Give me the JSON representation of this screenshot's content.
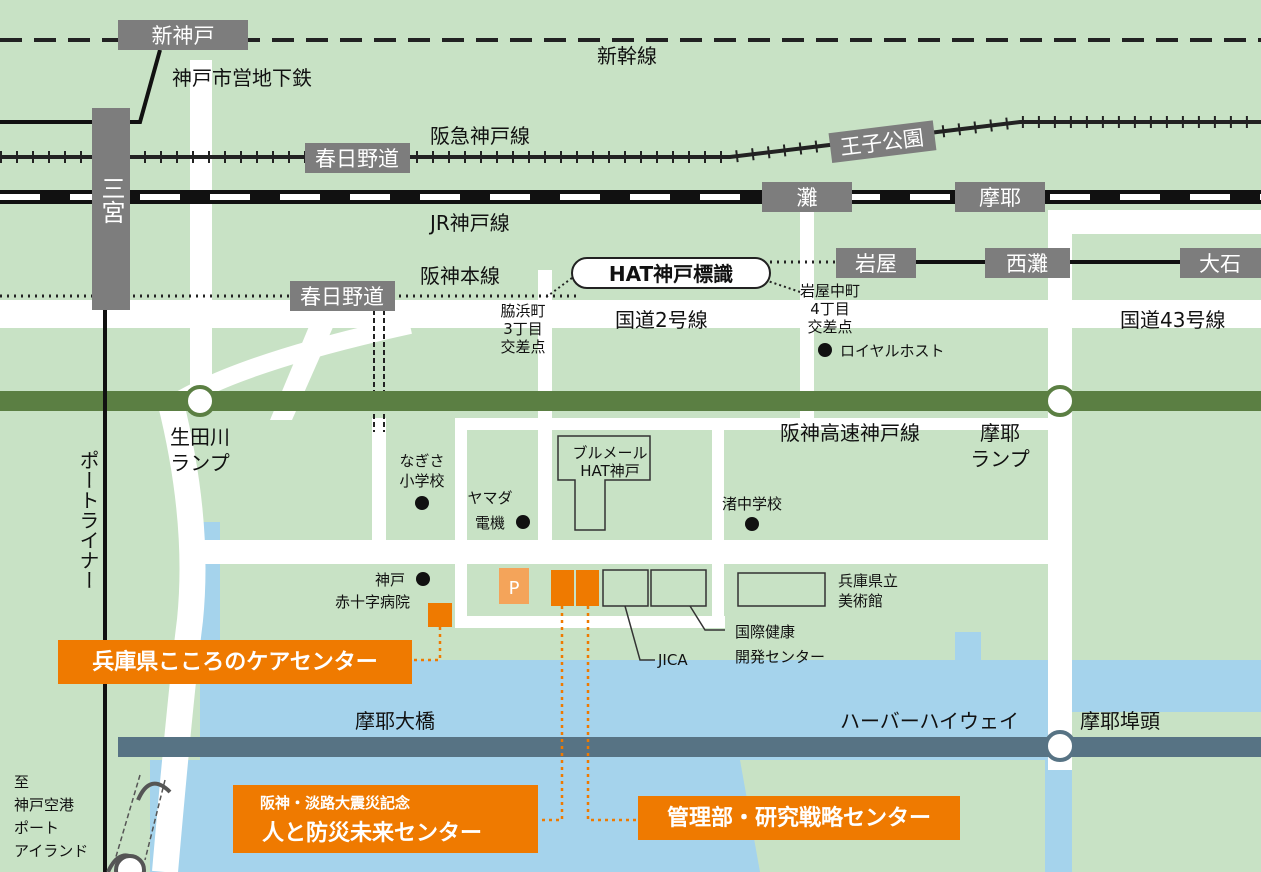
{
  "colors": {
    "land": "#c8e2c5",
    "water": "#a5d3ec",
    "road": "#ffffff",
    "expressway": "#5b7f43",
    "bridge": "#577384",
    "station_box": "#7d7d7d",
    "accent": "#ef7a00",
    "parking": "#f4a45a"
  },
  "stations": {
    "shinkobe": "新神戸",
    "sannomiya": "三宮",
    "kasuganomichi_hankyu": "春日野道",
    "ojikoen": "王子公園",
    "nada": "灘",
    "maya": "摩耶",
    "iwaya": "岩屋",
    "nishinada": "西灘",
    "oishi": "大石",
    "kasuganomichi_hanshin": "春日野道"
  },
  "lines": {
    "shinkansen": "新幹線",
    "subway": "神戸市営地下鉄",
    "hankyu": "阪急神戸線",
    "jr": "JR神戸線",
    "hanshin": "阪神本線",
    "route2": "国道2号線",
    "route43": "国道43号線",
    "expressway": "阪神高速神戸線",
    "portliner": "ポートライナー",
    "maya_bridge": "摩耶大橋",
    "harbor_highway": "ハーバーハイウェイ"
  },
  "sign": "HAT神戸標識",
  "intersections": {
    "wakinohama": [
      "脇浜町",
      "3丁目",
      "交差点"
    ],
    "iwayanaka": [
      "岩屋中町",
      "4丁目",
      "交差点"
    ]
  },
  "ramps": {
    "ikutagawa": [
      "生田川",
      "ランプ"
    ],
    "maya": [
      "摩耶",
      "ランプ"
    ]
  },
  "landmarks": {
    "royalhost": "ロイヤルホスト",
    "nagisa_elem": [
      "なぎさ",
      "小学校"
    ],
    "yamada": [
      "ヤマダ",
      "電機"
    ],
    "bluemer": [
      "ブルメール",
      "HAT神戸"
    ],
    "nagisa_jhs": "渚中学校",
    "redcross": [
      "神戸",
      "赤十字病院"
    ],
    "parking": "P",
    "museum": [
      "兵庫県立",
      "美術館"
    ],
    "jica": "JICA",
    "kokusai": [
      "国際健康",
      "開発センター"
    ],
    "maya_pier": "摩耶埠頭",
    "airport": [
      "至",
      "神戸空港",
      "ポート",
      "アイランド"
    ]
  },
  "callouts": {
    "kokoro": "兵庫県こころのケアセンター",
    "dri_small": "阪神・淡路大震災記念",
    "dri": "人と防災未来センター",
    "kanri": "管理部・研究戦略センター"
  }
}
